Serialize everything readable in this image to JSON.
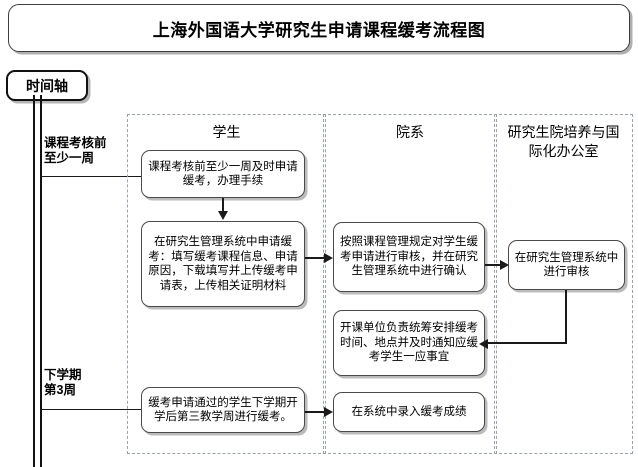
{
  "title": {
    "text": "上海外国语大学研究生申请课程缓考流程图"
  },
  "timeline": {
    "badge_label": "时间轴",
    "markers": [
      {
        "label": "课程考核前\n至少一周"
      },
      {
        "label": "下学期\n第3周"
      }
    ]
  },
  "lanes": [
    {
      "title": "学生"
    },
    {
      "title": "院系"
    },
    {
      "title": "研究生院培养与国\n际化办公室"
    }
  ],
  "nodes": {
    "student_apply": "课程考核前至少一周及时申请缓考，办理手续",
    "student_system_form": "在研究生管理系统中申请缓考：填写缓考课程信息、申请原因，下载填写并上传缓考申请表，上传相关证明材料",
    "student_makeup_exam": "缓考申请通过的学生下学期开学后第三教学周进行缓考。",
    "dept_review": "按照课程管理规定对学生缓考申请进行审核，并在研究生管理系统中进行确认",
    "dept_arrange": "开课单位负责统筹安排缓考时间、地点并及时通知应缓考学生一应事宜",
    "dept_enter_score": "在系统中录入缓考成绩",
    "grad_office_review": "在研究生管理系统中进行审核"
  },
  "colors": {
    "box_border": "#4a4a4a",
    "lane_border": "#9aa3ad",
    "connector": "#1a1a1a",
    "background": "#ffffff"
  }
}
